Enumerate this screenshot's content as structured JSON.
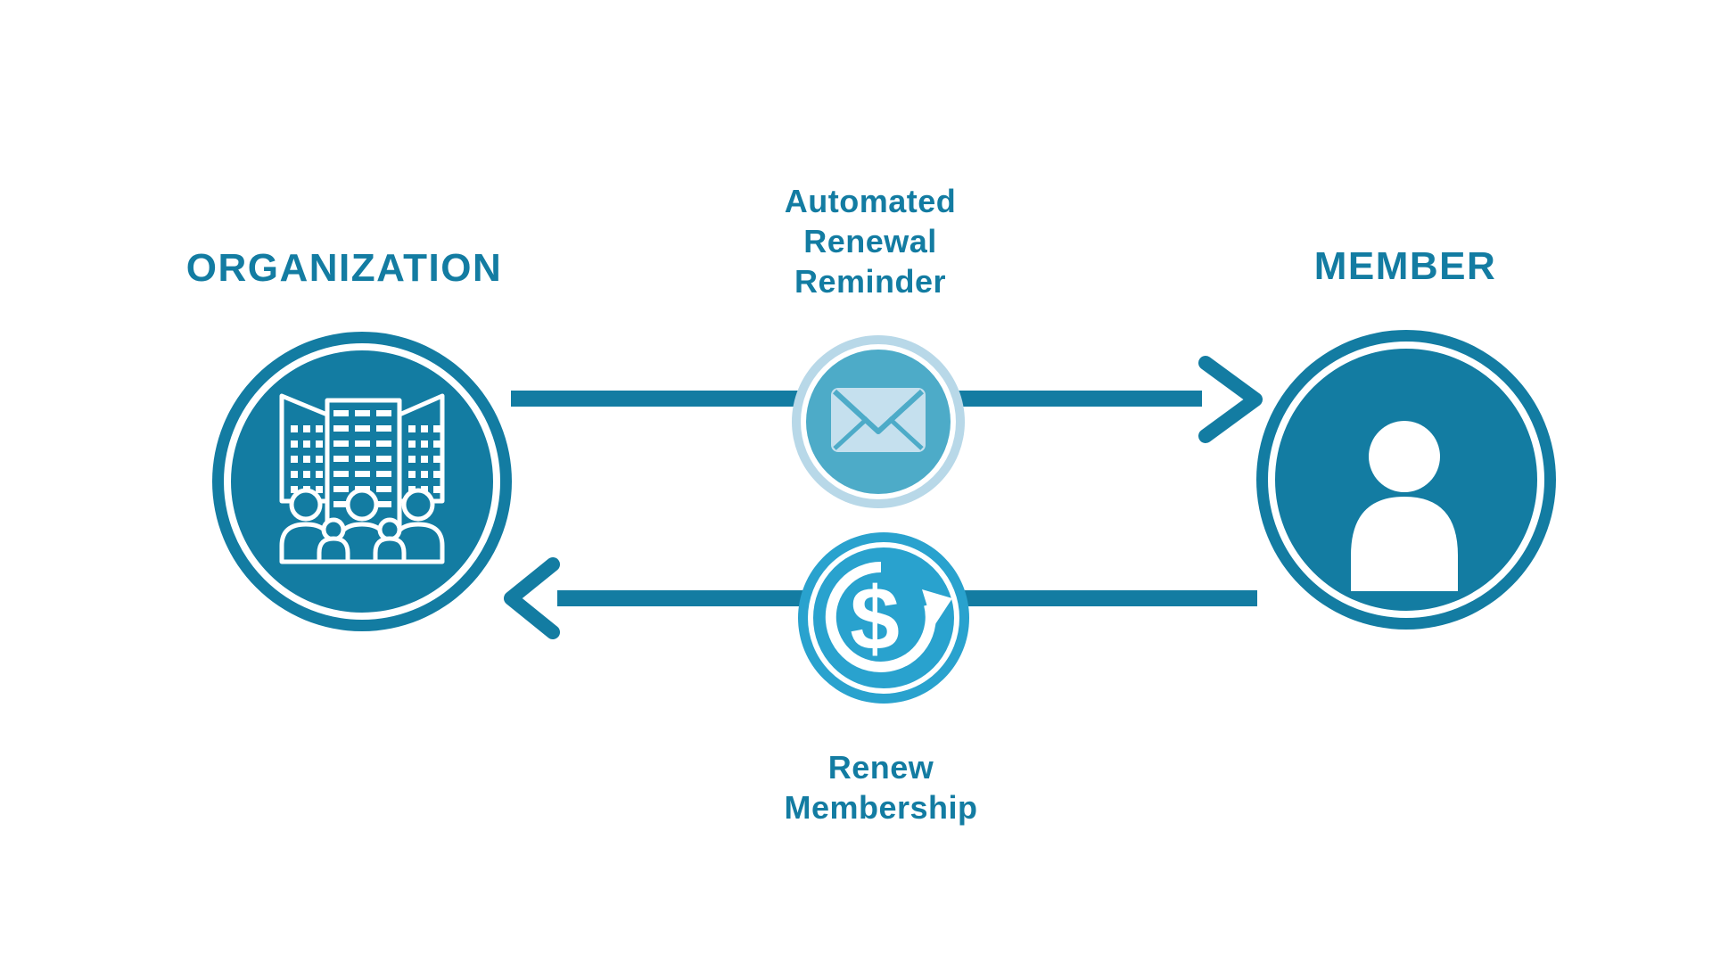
{
  "diagram": {
    "organization": {
      "label": "ORGANIZATION"
    },
    "member": {
      "label": "MEMBER"
    },
    "flows": [
      {
        "direction": "organization-to-member",
        "label": "Automated\nRenewal\nReminder",
        "icon": "email-icon"
      },
      {
        "direction": "member-to-organization",
        "label": "Renew\nMembership",
        "icon": "dollar-renewal-icon"
      }
    ],
    "colors": {
      "dark_teal": "#137CA2",
      "bright_cyan": "#29A2CE",
      "mid_cyan": "#4DABC8",
      "pale_blue": "#C5E0EE",
      "pale_ring": "#B8D8E8"
    }
  }
}
